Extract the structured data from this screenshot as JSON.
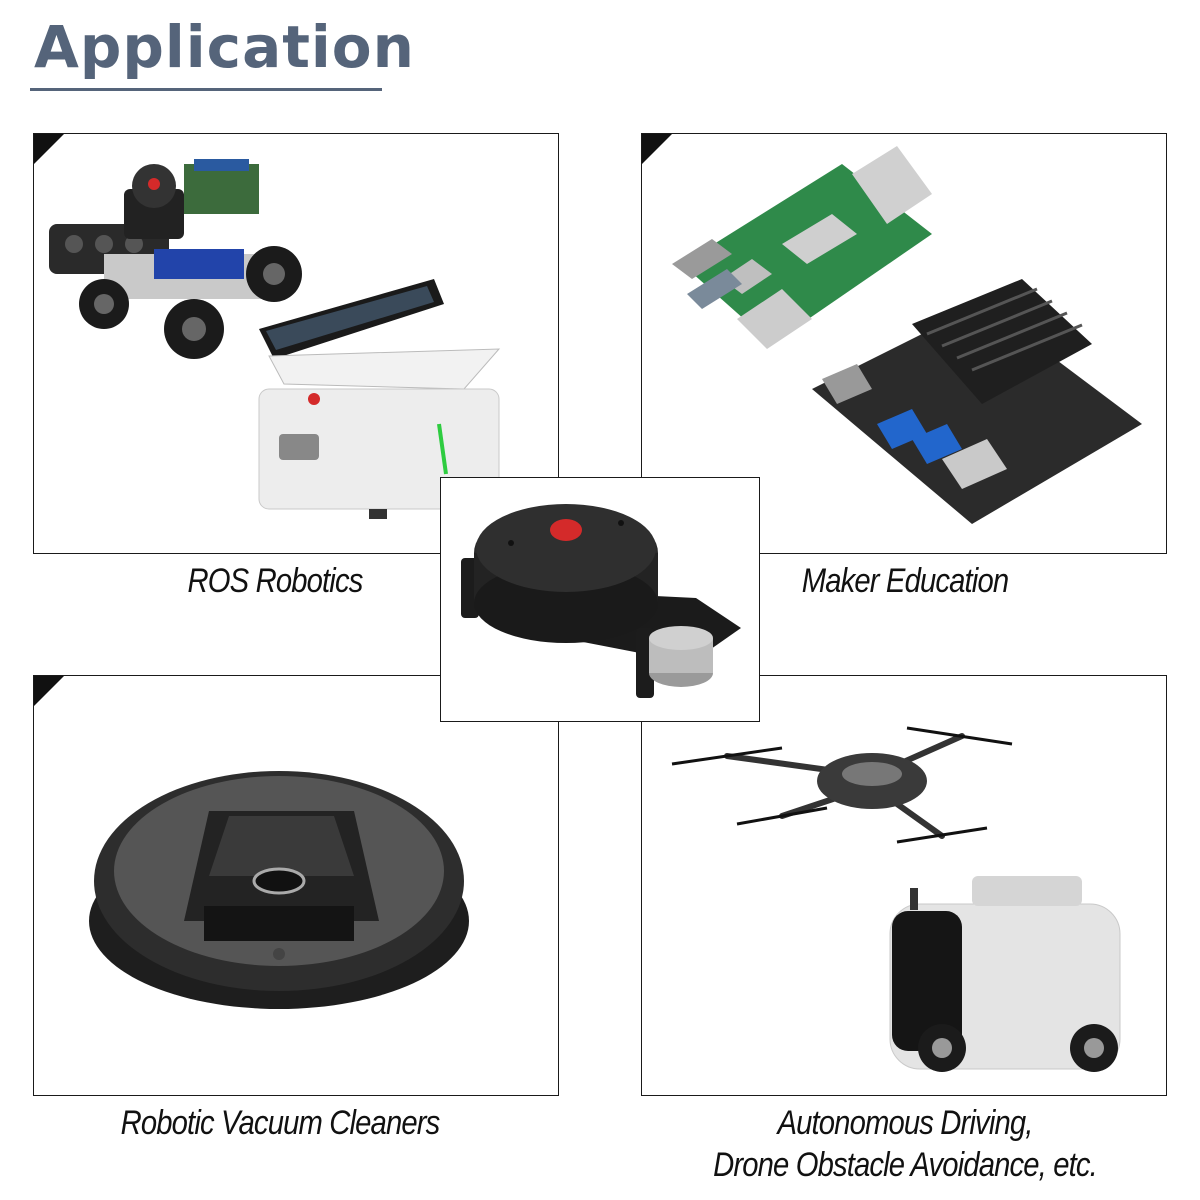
{
  "page": {
    "title": "Application",
    "title_color": "#55647a"
  },
  "panels": [
    {
      "id": "ros",
      "caption": "ROS Robotics",
      "icon": "robot-car-icon"
    },
    {
      "id": "maker",
      "caption": "Maker Education",
      "icon": "circuit-board-icon"
    },
    {
      "id": "vacuum",
      "caption": "Robotic Vacuum Cleaners",
      "icon": "robot-vacuum-icon"
    },
    {
      "id": "autonomous",
      "caption_lines": [
        "Autonomous Driving,",
        "Drone Obstacle Avoidance, etc."
      ],
      "icon": "drone-icon"
    }
  ],
  "center_product": {
    "icon": "lidar-sensor-icon",
    "accent": "#d42a2a"
  }
}
